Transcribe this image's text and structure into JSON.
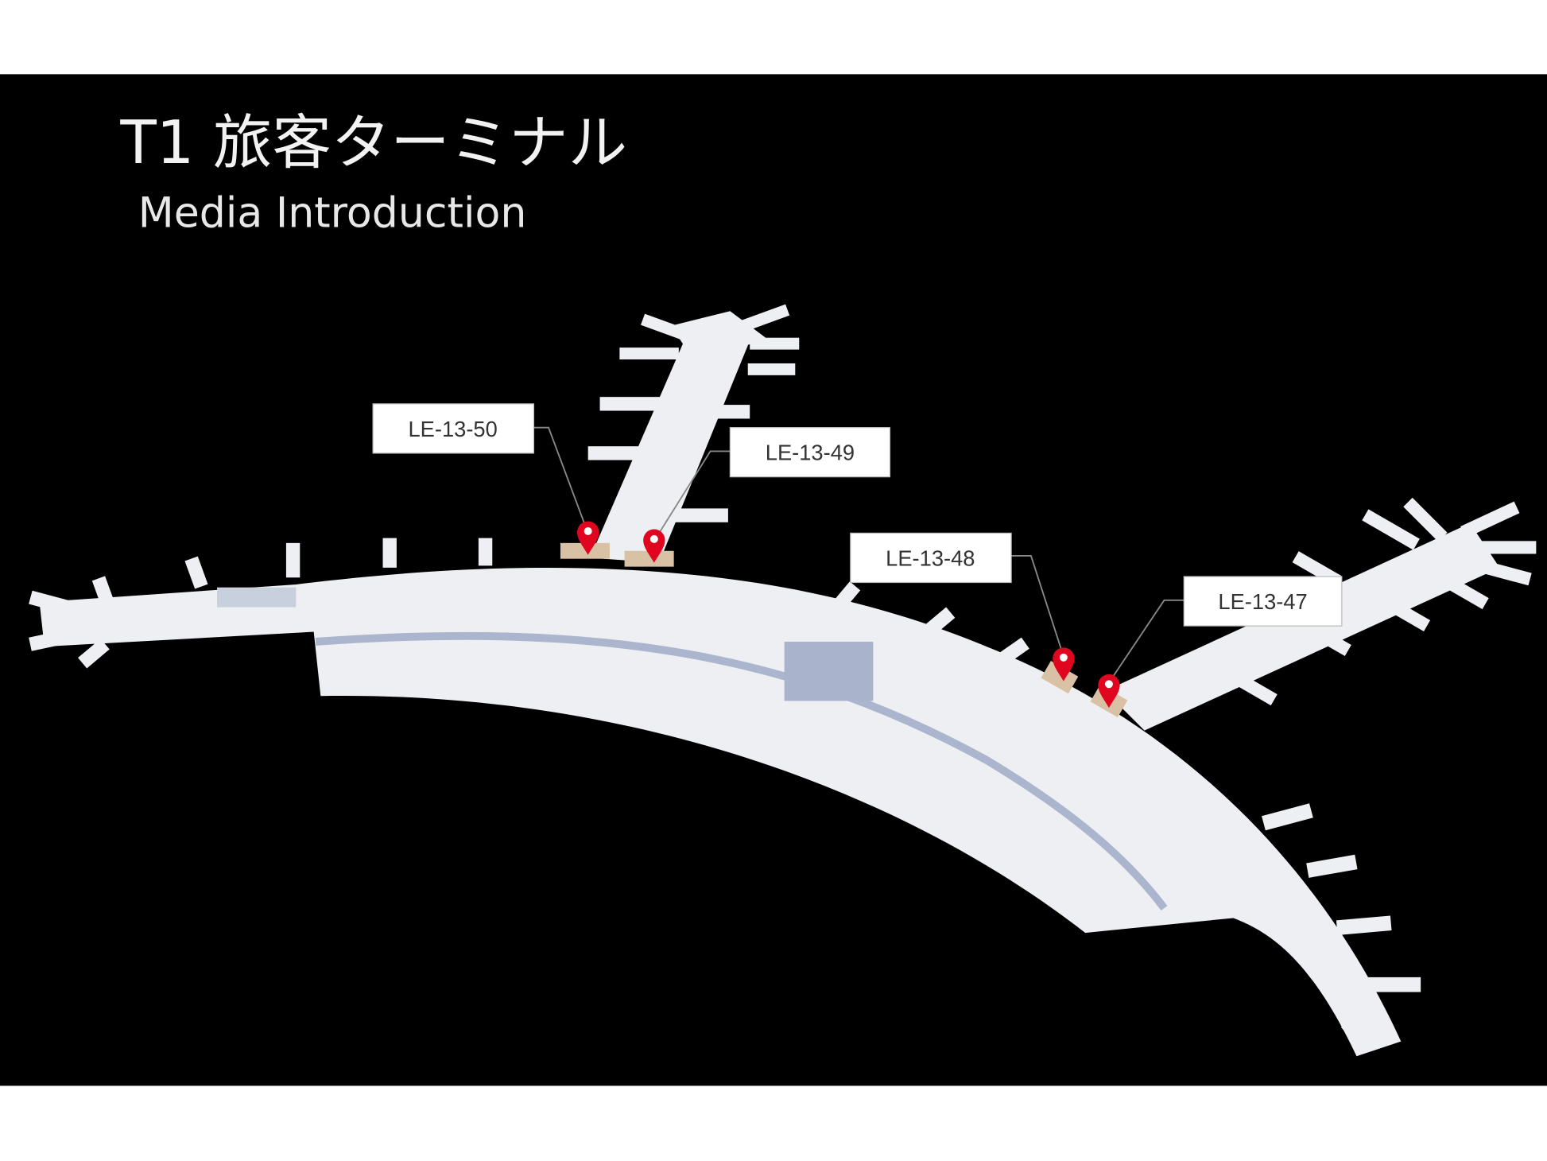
{
  "title": {
    "main": "T1 旅客ターミナル",
    "subtitle": "Media Introduction"
  },
  "locations": [
    {
      "id": "LE-13-50"
    },
    {
      "id": "LE-13-49"
    },
    {
      "id": "LE-13-48"
    },
    {
      "id": "LE-13-47"
    }
  ],
  "colors": {
    "background": "#000000",
    "terminal": "#eeeff2",
    "pin": "#e0061f",
    "media_panel": "#d9c1a6",
    "interior": "#9aa6c4"
  }
}
